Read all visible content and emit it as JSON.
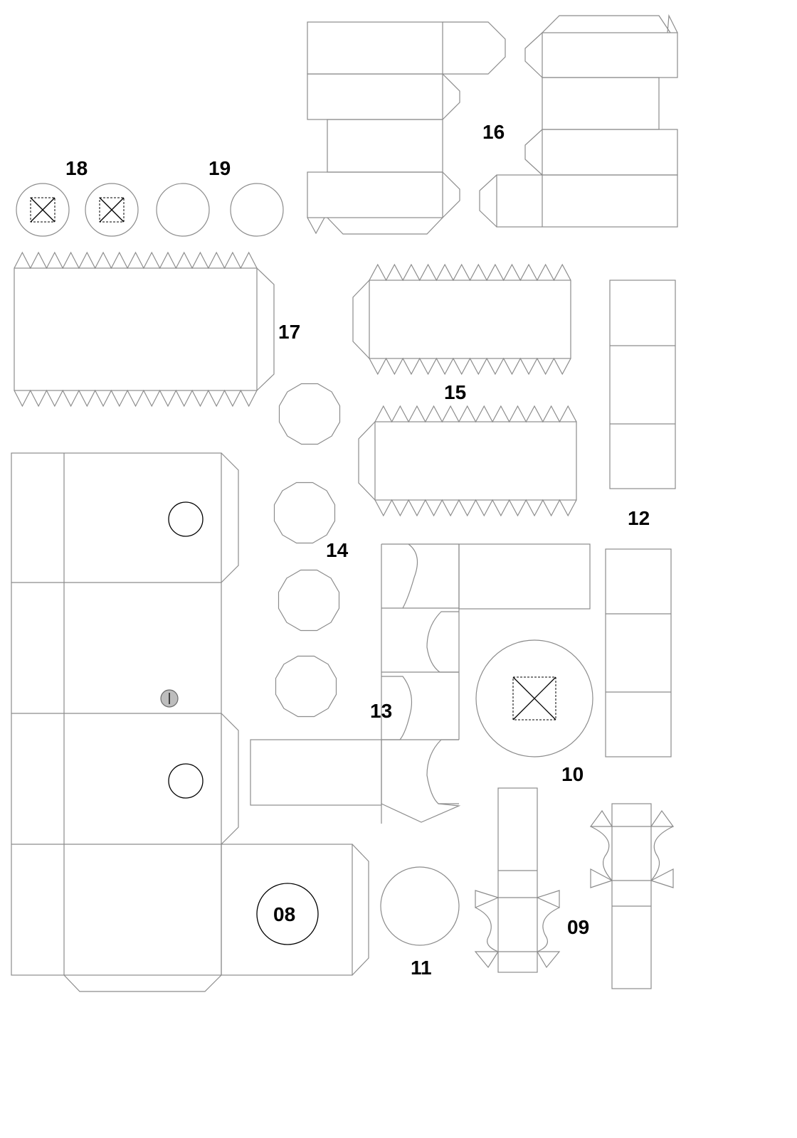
{
  "sheet": {
    "background": "#ffffff",
    "line_color": "#8c8c8c",
    "mark_color": "#000000",
    "hole_fill": "#bdbdbd"
  },
  "parts": [
    {
      "id": "part-08",
      "label": "08"
    },
    {
      "id": "part-09",
      "label": "09"
    },
    {
      "id": "part-10",
      "label": "10"
    },
    {
      "id": "part-11",
      "label": "11"
    },
    {
      "id": "part-12",
      "label": "12"
    },
    {
      "id": "part-13",
      "label": "13"
    },
    {
      "id": "part-14",
      "label": "14"
    },
    {
      "id": "part-15",
      "label": "15"
    },
    {
      "id": "part-16",
      "label": "16"
    },
    {
      "id": "part-17",
      "label": "17"
    },
    {
      "id": "part-18",
      "label": "18"
    },
    {
      "id": "part-19",
      "label": "19"
    }
  ]
}
